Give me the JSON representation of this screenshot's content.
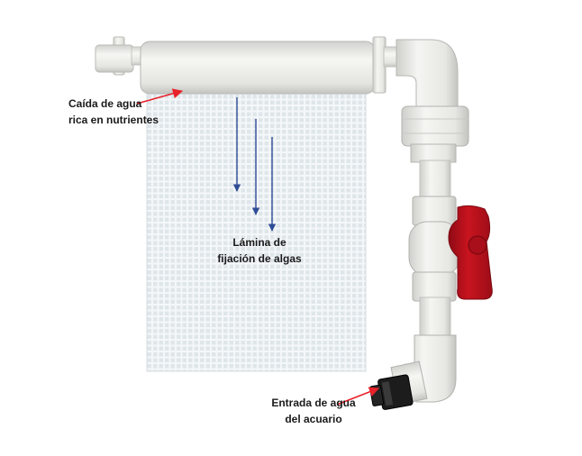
{
  "labels": {
    "nutrient_water": {
      "line1": "Caída de agua",
      "line2": "rica en nutrientes"
    },
    "algae_sheet": {
      "line1": "Lámina de",
      "line2": "fijación de algas"
    },
    "aquarium_inlet": {
      "line1": "Entrada de agua",
      "line2": "del acuario"
    }
  },
  "colors": {
    "pointer_arrow": "#e8222a",
    "flow_arrows": "#2f4d96",
    "valve_handle": "#b3111d",
    "pvc": "#e9e9e6",
    "screen": "#eef3f6",
    "fitting": "#1c1c1c"
  }
}
